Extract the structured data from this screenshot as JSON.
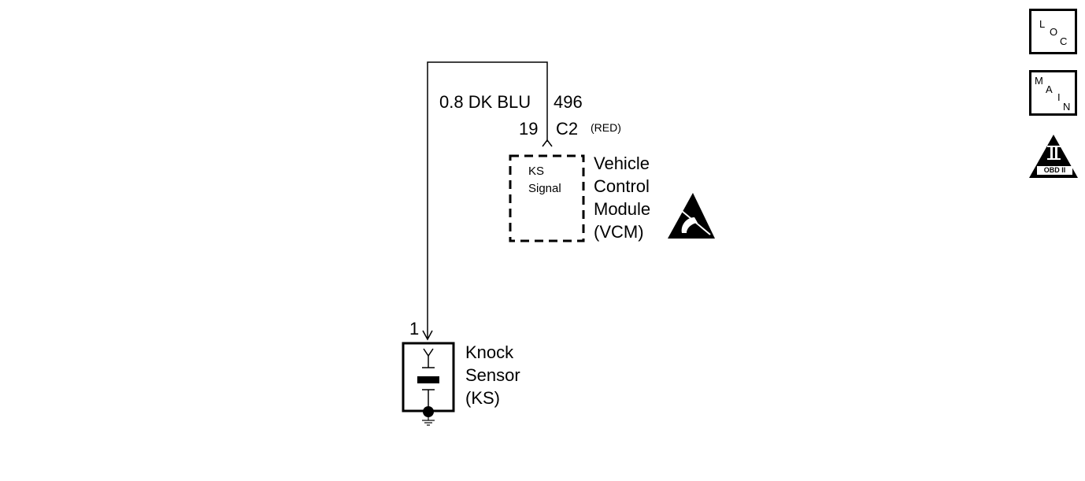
{
  "wire": {
    "gauge_color": "0.8 DK BLU",
    "circuit": "496"
  },
  "connector": {
    "pin": "19",
    "name": "C2",
    "color": "(RED)"
  },
  "vcm": {
    "terminal_label_1": "KS",
    "terminal_label_2": "Signal",
    "name_lines": [
      "Vehicle",
      "Control",
      "Module",
      "(VCM)"
    ]
  },
  "knock_sensor": {
    "pin": "1",
    "name_lines": [
      "Knock",
      "Sensor",
      "(KS)"
    ]
  },
  "nav": {
    "loc": [
      "L",
      "O",
      "C"
    ],
    "main": [
      "M",
      "A",
      "I",
      "N"
    ],
    "obd_numeral": "II",
    "obd_label": "OBD II"
  },
  "icons": {
    "esd": "esd-warning-icon",
    "ground": "ground-icon",
    "obd": "obd-ii-icon"
  }
}
